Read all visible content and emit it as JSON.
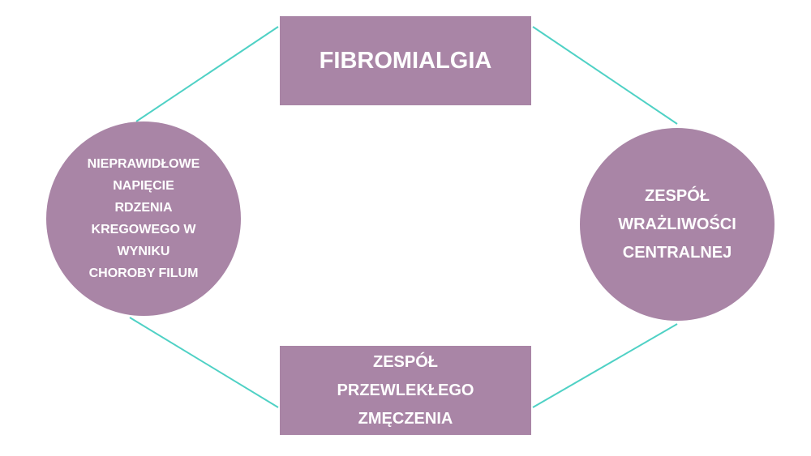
{
  "colors": {
    "node_fill": "#a985a6",
    "connector": "#4fd1c5",
    "text": "#ffffff"
  },
  "nodes": {
    "top": {
      "lines": [
        "FIBROMIALGIA"
      ]
    },
    "left": {
      "lines": [
        "NIEPRAWIDŁOWE",
        "NAPIĘCIE",
        "RDZENIA",
        "KREGOWEGO W",
        "WYNIKU",
        "CHOROBY FILUM"
      ]
    },
    "right": {
      "lines": [
        "ZESPÓŁ",
        "WRAŻLIWOŚCI",
        "CENTRALNEJ"
      ]
    },
    "bottom": {
      "lines": [
        "ZESPÓŁ",
        "PRZEWLEKŁEGO",
        "ZMĘCZENIA"
      ]
    }
  }
}
